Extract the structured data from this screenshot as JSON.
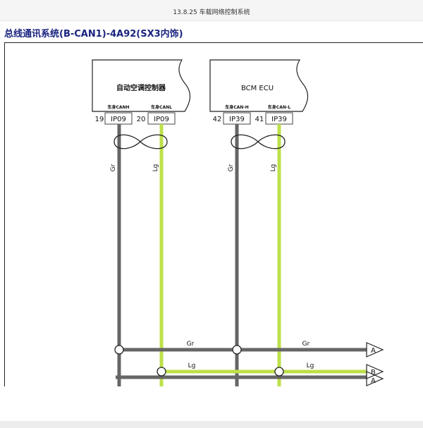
{
  "header": {
    "title": "13.8.25 车载网络控制系统"
  },
  "section": {
    "title": "总线通讯系统(B-CAN1)-4A92(SX3内饰)"
  },
  "diagram": {
    "modules": [
      {
        "name": "自动空调控制器",
        "pins": [
          {
            "label": "车身CANH",
            "number": "19",
            "connector": "IP09"
          },
          {
            "label": "车身CANL",
            "number": "20",
            "connector": "IP09"
          }
        ]
      },
      {
        "name": "BCM ECU",
        "pins": [
          {
            "label": "车身CAN-H",
            "number": "42",
            "connector": "IP39"
          },
          {
            "label": "车身CAN-L",
            "number": "41",
            "connector": "IP39"
          }
        ]
      }
    ],
    "wire_labels": {
      "gr": "Gr",
      "lg": "Lg"
    },
    "connectors": {
      "a": "A",
      "b": "B",
      "a2": "A"
    },
    "colors": {
      "gray_wire": "#666666",
      "green_wire": "#bde04a",
      "title_blue": "#1a237e"
    }
  }
}
